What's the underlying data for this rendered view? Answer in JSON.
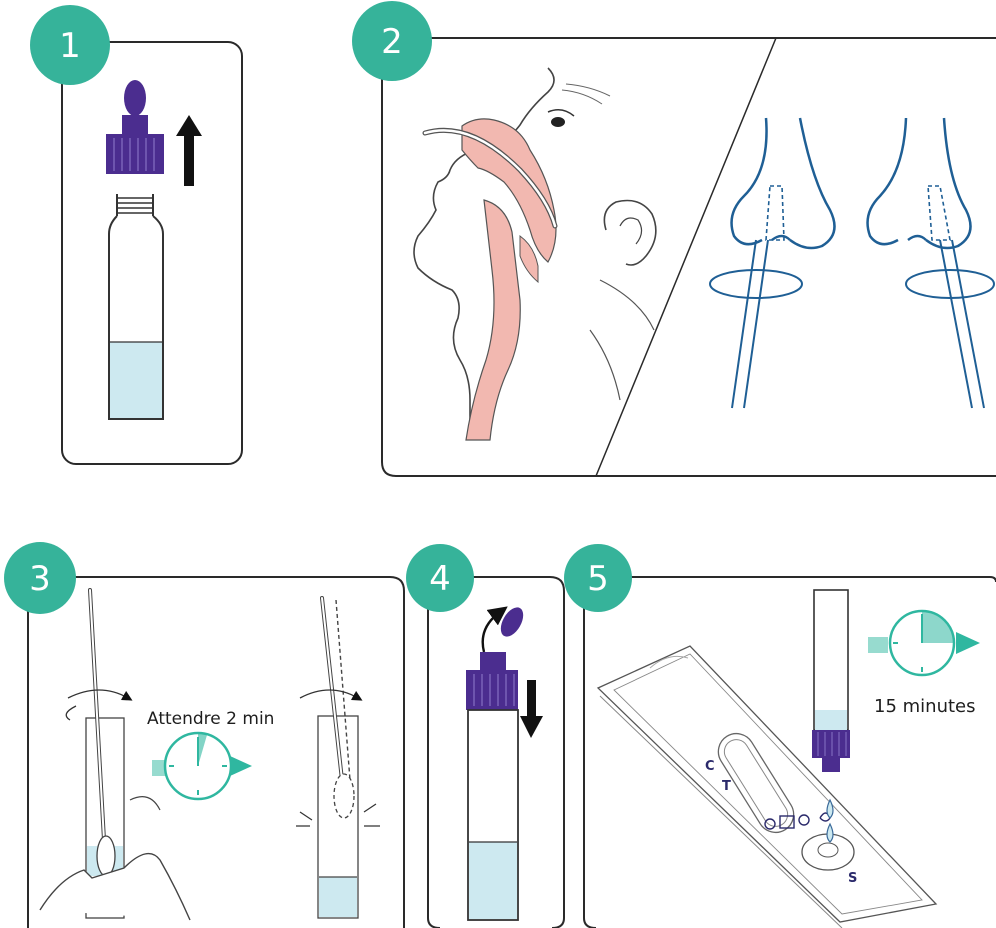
{
  "steps": [
    {
      "number": "1"
    },
    {
      "number": "2"
    },
    {
      "number": "3",
      "caption": "Attendre 2 min"
    },
    {
      "number": "4"
    },
    {
      "number": "5",
      "caption": "15 minutes"
    }
  ],
  "cassette": {
    "control_label": "C",
    "test_label": "T",
    "sample_label": "S"
  },
  "colors": {
    "badge": "#36b39a",
    "cap_purple": "#4b2d8f",
    "liquid": "#cde9f0",
    "nose_blue": "#1f5f95",
    "cavity_pink": "#f2b8b0",
    "timer_teal": "#2fb7a0",
    "outline": "#2a2a2a"
  },
  "icons": [
    "up-arrow-icon",
    "down-arrow-icon",
    "rotation-arrow-icon",
    "timer-icon",
    "drop-icon"
  ]
}
